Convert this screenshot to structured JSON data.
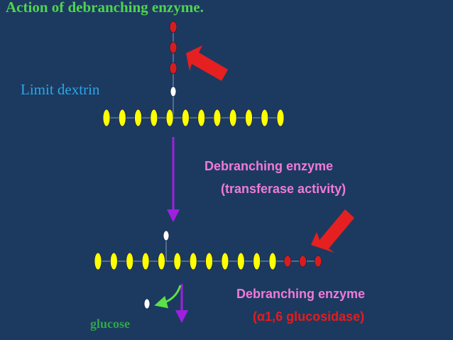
{
  "title": "Action of debranching enzyme.",
  "labels": {
    "limit_dextrin": "Limit dextrin",
    "enzyme_1_name": "Debranching enzyme",
    "enzyme_1_activity": "(transferase activity)",
    "enzyme_2_name": "Debranching enzyme",
    "enzyme_2_activity": "(α1,6 glucosidase)",
    "glucose": "glucose"
  },
  "colors": {
    "background": "#1c3a60",
    "title": "#4fd44f",
    "limit_dextrin": "#2aa6e8",
    "enzyme_label": "#f07ad8",
    "enzyme_2_activity": "#e61c1c",
    "glucose_label": "#2fa64a",
    "glucose_unit": "#ffff00",
    "branch_unit": "#d61d1d",
    "branch_point_unit": "#ffffff",
    "chain_line": "#8a9ab8",
    "process_arrow": "#a01fe0",
    "enzyme_arrow": "#e62020",
    "release_arrow": "#5ce04a"
  },
  "diagram": {
    "before": {
      "main_chain_glucose_units": 12,
      "branch_residues": 3,
      "branch_point_residue": 1
    },
    "after": {
      "main_chain_glucose_units": 12,
      "transferred_residues": 3,
      "branch_point_residue": 1
    },
    "released_glucose": 1
  }
}
